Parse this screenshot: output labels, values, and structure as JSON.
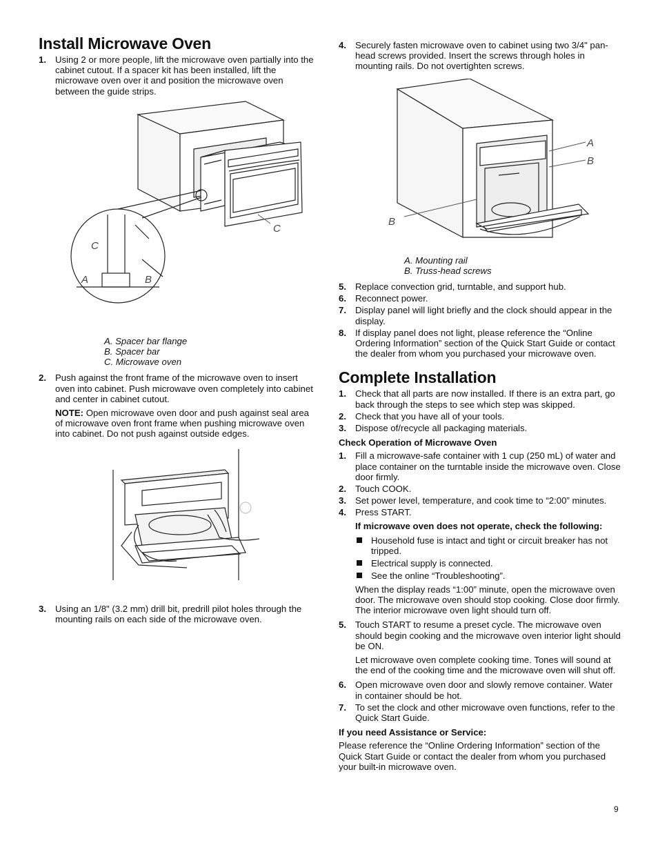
{
  "left": {
    "title": "Install Microwave Oven",
    "step1": {
      "num": "1.",
      "text": "Using 2 or more people, lift the microwave oven partially into the cabinet cutout. If a spacer kit has been installed, lift the microwave oven over it and position the microwave oven between the guide strips."
    },
    "fig1_labels": {
      "a": "A",
      "b": "B",
      "c": "C"
    },
    "legend1": [
      "A.  Spacer bar flange",
      "B.  Spacer bar",
      "C.  Microwave oven"
    ],
    "step2": {
      "num": "2.",
      "text": "Push against the front frame of the microwave oven to insert oven into cabinet. Push microwave oven completely into cabinet and center in cabinet cutout."
    },
    "note": {
      "label": "NOTE:",
      "text": " Open microwave oven door and push against seal area of microwave oven front frame when pushing microwave oven into cabinet. Do not push against outside edges."
    },
    "step3": {
      "num": "3.",
      "text": "Using an 1/8\" (3.2 mm) drill bit, predrill pilot holes through the mounting rails on each side of the microwave oven."
    }
  },
  "right": {
    "step4": {
      "num": "4.",
      "text": "Securely fasten microwave oven to cabinet using two 3/4\" pan-head screws provided. Insert the screws through holes in mounting rails. Do not overtighten screws."
    },
    "fig3_labels": {
      "a": "A",
      "b": "B"
    },
    "legend3": [
      "A.  Mounting rail",
      "B.  Truss-head screws"
    ],
    "steps_5_8": [
      {
        "num": "5.",
        "text": "Replace convection grid, turntable, and support hub."
      },
      {
        "num": "6.",
        "text": "Reconnect power."
      },
      {
        "num": "7.",
        "text": "Display panel will light briefly and the clock should appear in the display."
      },
      {
        "num": "8.",
        "text": "If display panel does not light, please reference the “Online Ordering Information” section of the Quick Start Guide or contact the dealer from whom you purchased your microwave oven."
      }
    ],
    "title2": "Complete Installation",
    "complete_steps": [
      {
        "num": "1.",
        "text": "Check that all parts are now installed. If there is an extra part, go back through the steps to see which step was skipped."
      },
      {
        "num": "2.",
        "text": "Check that you have all of your tools."
      },
      {
        "num": "3.",
        "text": "Dispose of/recycle all packaging materials."
      }
    ],
    "check_heading": "Check Operation of Microwave Oven",
    "check_steps": [
      {
        "num": "1.",
        "text": "Fill a microwave-safe container with 1 cup (250 mL) of water and place container on the turntable inside the microwave oven. Close door firmly."
      },
      {
        "num": "2.",
        "text": "Touch COOK."
      },
      {
        "num": "3.",
        "text": "Set power level, temperature, and cook time to “2:00” minutes."
      },
      {
        "num": "4.",
        "text": "Press START."
      }
    ],
    "if_not_operate": "If microwave oven does not operate, check the following:",
    "bullets": [
      "Household fuse is intact and tight or circuit breaker has not tripped.",
      "Electrical supply is connected.",
      "See the online “Troubleshooting”."
    ],
    "when_display": "When the display reads “1:00” minute, open the microwave oven door. The microwave oven should stop cooking. Close door firmly. The interior microwave oven light should turn off.",
    "step5b": {
      "num": "5.",
      "text": "Touch START to resume a preset cycle. The microwave oven should begin cooking and the microwave oven interior light should be ON."
    },
    "let_complete": "Let microwave oven complete cooking time. Tones will sound at the end of the cooking time and the microwave oven will shut off.",
    "step6b": {
      "num": "6.",
      "text": "Open microwave oven door and slowly remove container. Water in container should be hot."
    },
    "step7b": {
      "num": "7.",
      "text": "To set the clock and other microwave oven functions, refer to the Quick Start Guide."
    },
    "assist_heading": "If you need Assistance or Service:",
    "assist_text": "Please reference the “Online Ordering Information” section of the Quick Start Guide or contact the dealer from whom you purchased your built-in microwave oven."
  },
  "page_number": "9"
}
